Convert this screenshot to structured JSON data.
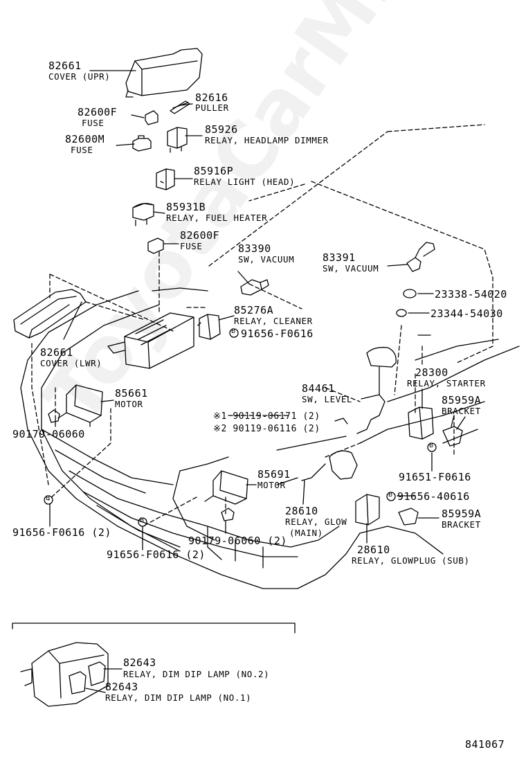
{
  "watermark": "ToyotaCarMine.ru",
  "diagram_ref": "841067",
  "callouts": [
    {
      "id": "c1",
      "part": "82661",
      "desc": "COVER (UPR)"
    },
    {
      "id": "c2",
      "part": "82616",
      "desc": "PULLER"
    },
    {
      "id": "c3",
      "part": "82600F",
      "desc": "FUSE"
    },
    {
      "id": "c4",
      "part": "82600M",
      "desc": "FUSE"
    },
    {
      "id": "c5",
      "part": "85926",
      "desc": "RELAY, HEADLAMP DIMMER"
    },
    {
      "id": "c6",
      "part": "85916P",
      "desc": "RELAY LIGHT (HEAD)"
    },
    {
      "id": "c7",
      "part": "85931B",
      "desc": "RELAY, FUEL HEATER"
    },
    {
      "id": "c8",
      "part": "82600F",
      "desc": "FUSE"
    },
    {
      "id": "c9",
      "part": "83390",
      "desc": "SW, VACUUM"
    },
    {
      "id": "c10",
      "part": "83391",
      "desc": "SW, VACUUM"
    },
    {
      "id": "c11",
      "part": "23338-54020",
      "desc": ""
    },
    {
      "id": "c12",
      "part": "23344-54030",
      "desc": ""
    },
    {
      "id": "c13",
      "part": "85276A",
      "desc": "RELAY, CLEANER"
    },
    {
      "id": "c14",
      "part": "91656-F0616",
      "desc": ""
    },
    {
      "id": "c15",
      "part": "82661",
      "desc": "COVER (LWR)"
    },
    {
      "id": "c16",
      "part": "28300",
      "desc": "RELAY, STARTER"
    },
    {
      "id": "c17",
      "part": "85661",
      "desc": "MOTOR"
    },
    {
      "id": "c18",
      "part": "84461",
      "desc": "SW, LEVEL"
    },
    {
      "id": "c19",
      "part": "85959A",
      "desc": "BRACKET"
    },
    {
      "id": "c20",
      "part": "※1  90119-06171 (2)",
      "desc": ""
    },
    {
      "id": "c21",
      "part": "※2  90119-06116 (2)",
      "desc": ""
    },
    {
      "id": "c22",
      "part": "90179-06060",
      "desc": ""
    },
    {
      "id": "c23",
      "part": "91651-F0616",
      "desc": ""
    },
    {
      "id": "c24",
      "part": "85691",
      "desc": "MOTOR"
    },
    {
      "id": "c25",
      "part": "91656-40616",
      "desc": ""
    },
    {
      "id": "c26",
      "part": "28610",
      "desc": "RELAY, GLOW"
    },
    {
      "id": "c27",
      "part": "(MAIN)",
      "desc": ""
    },
    {
      "id": "c28",
      "part": "85959A",
      "desc": "BRACKET"
    },
    {
      "id": "c29",
      "part": "91656-F0616 (2)",
      "desc": ""
    },
    {
      "id": "c30",
      "part": "90179-06060 (2)",
      "desc": ""
    },
    {
      "id": "c31",
      "part": "91656-F0616 (2)",
      "desc": ""
    },
    {
      "id": "c32",
      "part": "28610",
      "desc": "RELAY, GLOWPLUG (SUB)"
    },
    {
      "id": "c33",
      "part": "82643",
      "desc": "RELAY, DIM DIP LAMP (NO.2)"
    },
    {
      "id": "c34",
      "part": "82643",
      "desc": "RELAY, DIM DIP LAMP (NO.1)"
    }
  ],
  "bolt_marker": "B"
}
